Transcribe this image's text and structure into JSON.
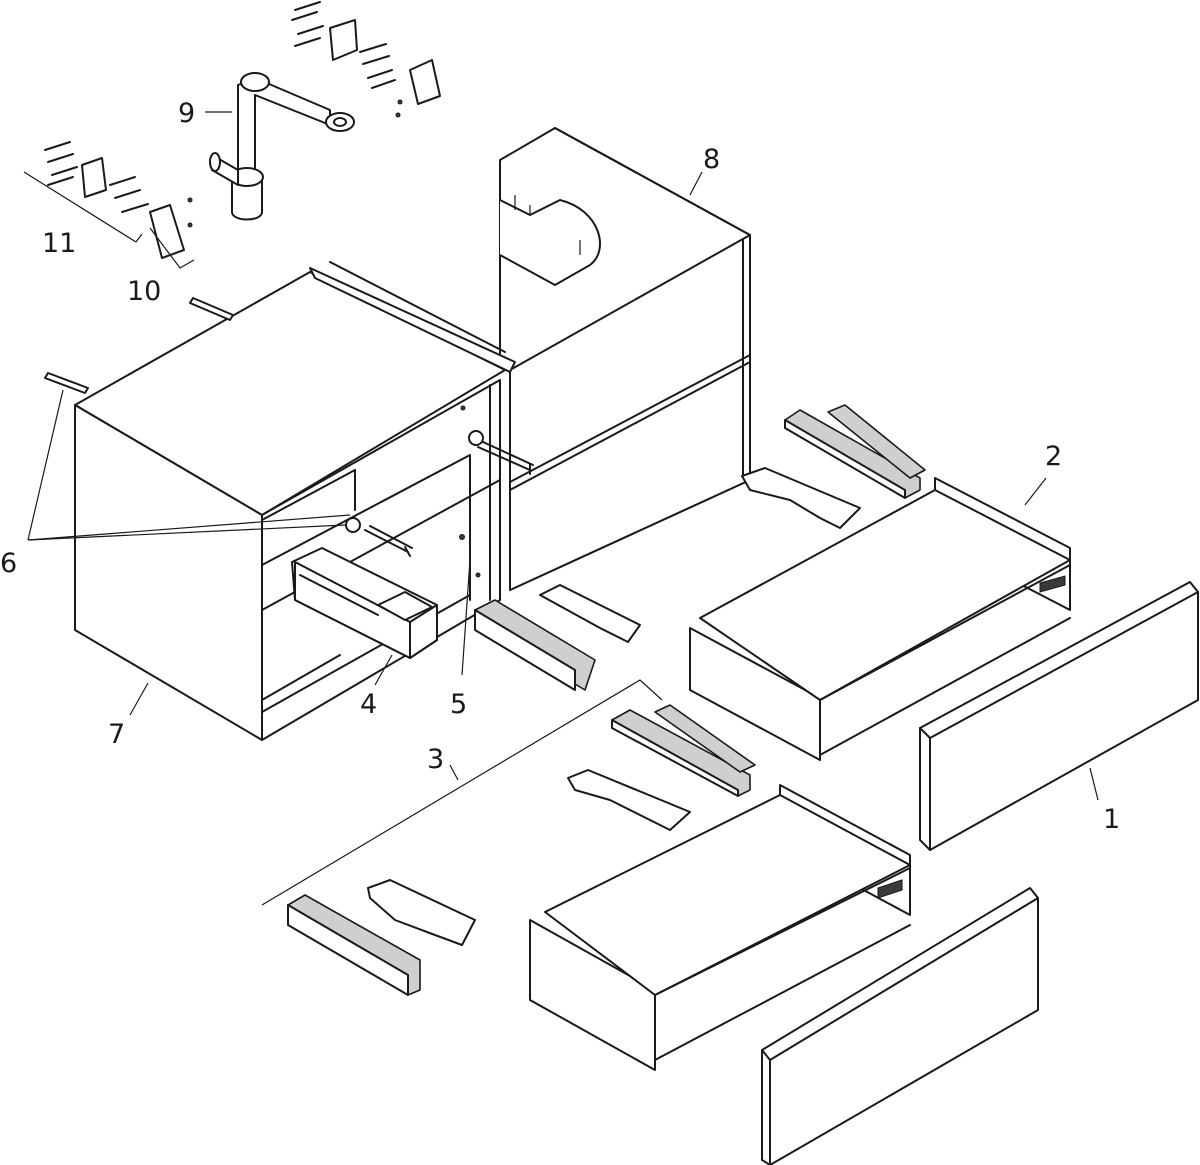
{
  "diagram": {
    "type": "exploded-parts-view",
    "callouts": [
      {
        "id": "p1",
        "text": "1"
      },
      {
        "id": "p2",
        "text": "2"
      },
      {
        "id": "p3",
        "text": "3"
      },
      {
        "id": "p4",
        "text": "4"
      },
      {
        "id": "p5",
        "text": "5"
      },
      {
        "id": "p6",
        "text": "6"
      },
      {
        "id": "p7",
        "text": "7"
      },
      {
        "id": "p8",
        "text": "8"
      },
      {
        "id": "p9",
        "text": "9"
      },
      {
        "id": "p10",
        "text": "10"
      },
      {
        "id": "p11",
        "text": "11"
      }
    ]
  }
}
